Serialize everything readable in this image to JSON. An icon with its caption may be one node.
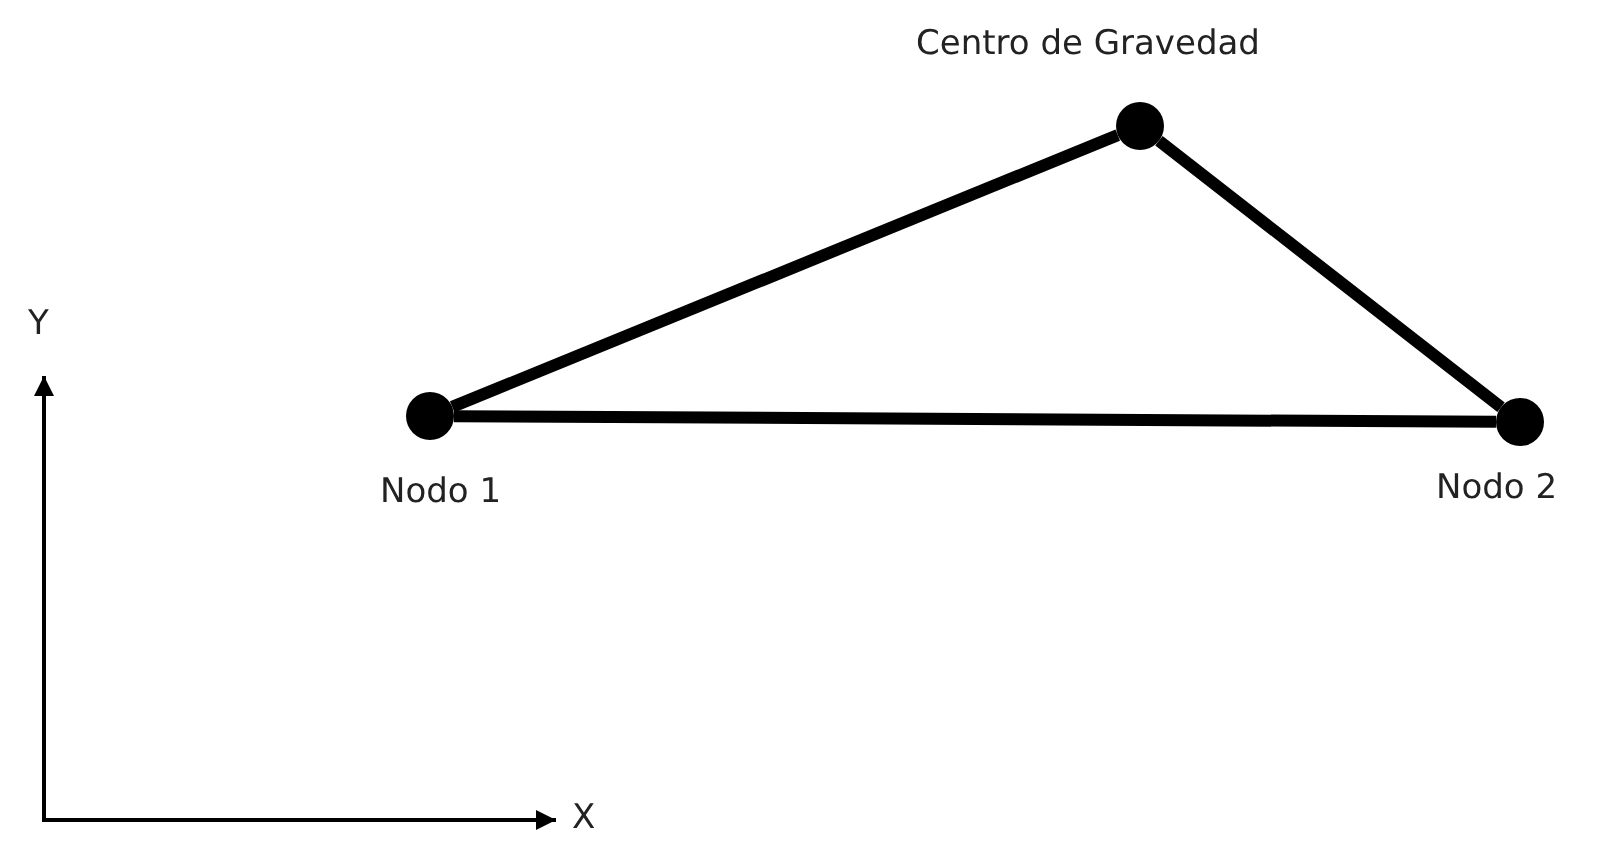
{
  "diagram": {
    "nodes": [
      {
        "text": [],
        "shape": "circle",
        "beside": [
          "Nodo 1"
        ]
      },
      {
        "text": [],
        "shape": "circle",
        "beside": [
          "Centro de Gravedad"
        ]
      },
      {
        "text": [],
        "shape": "circle",
        "beside": [
          "Nodo 2"
        ]
      }
    ],
    "edges": [
      {
        "from": 0,
        "to": 1,
        "arrow": "none"
      },
      {
        "from": 1,
        "to": 2,
        "arrow": "none"
      },
      {
        "from": 0,
        "to": 2,
        "arrow": "none"
      }
    ],
    "labels": [
      "Y",
      "X"
    ]
  }
}
